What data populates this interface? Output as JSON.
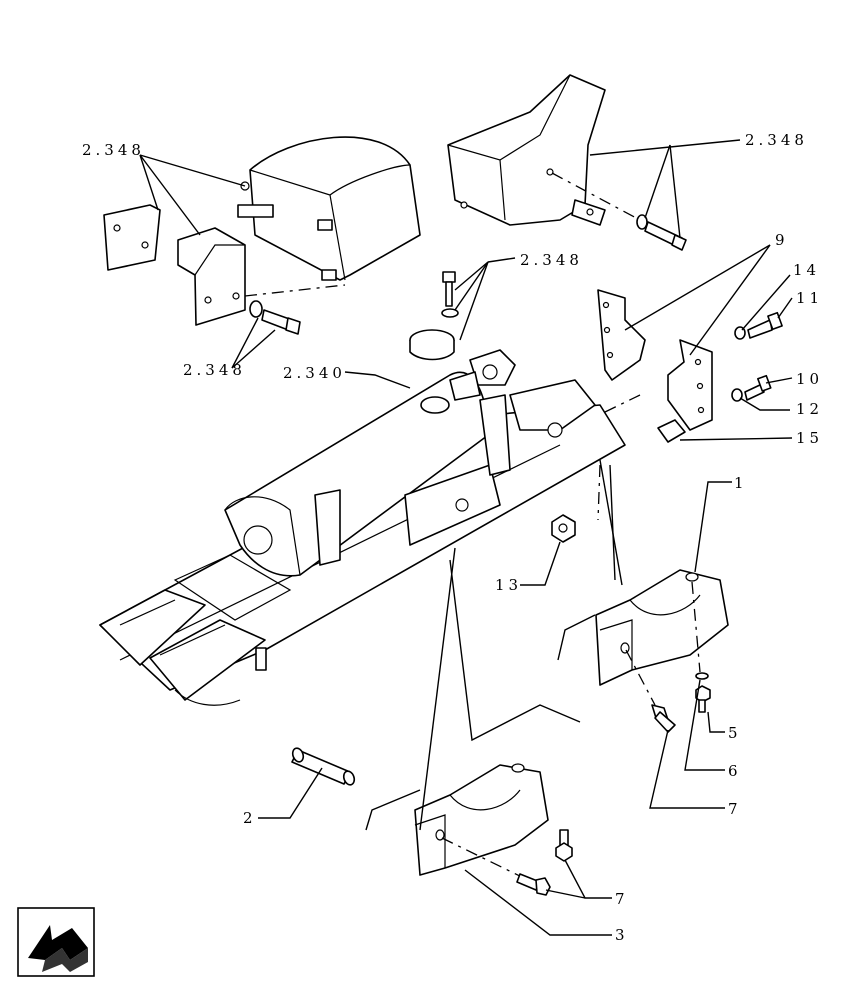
{
  "callouts": {
    "ref_top_left": "2.348",
    "ref_top_right": "2.348",
    "ref_mid": "2.348",
    "ref_left_bolt": "2.348",
    "ref_cylinder": "2.340",
    "p1": "1",
    "p2": "2",
    "p3": "3",
    "p5": "5",
    "p6": "6",
    "p7_right": "7",
    "p7_bottom": "7",
    "p9": "9",
    "p10": "10",
    "p11": "11",
    "p12": "12",
    "p13": "13",
    "p14": "14",
    "p15": "15"
  },
  "nav": {
    "icon": "arrow-back-icon"
  }
}
